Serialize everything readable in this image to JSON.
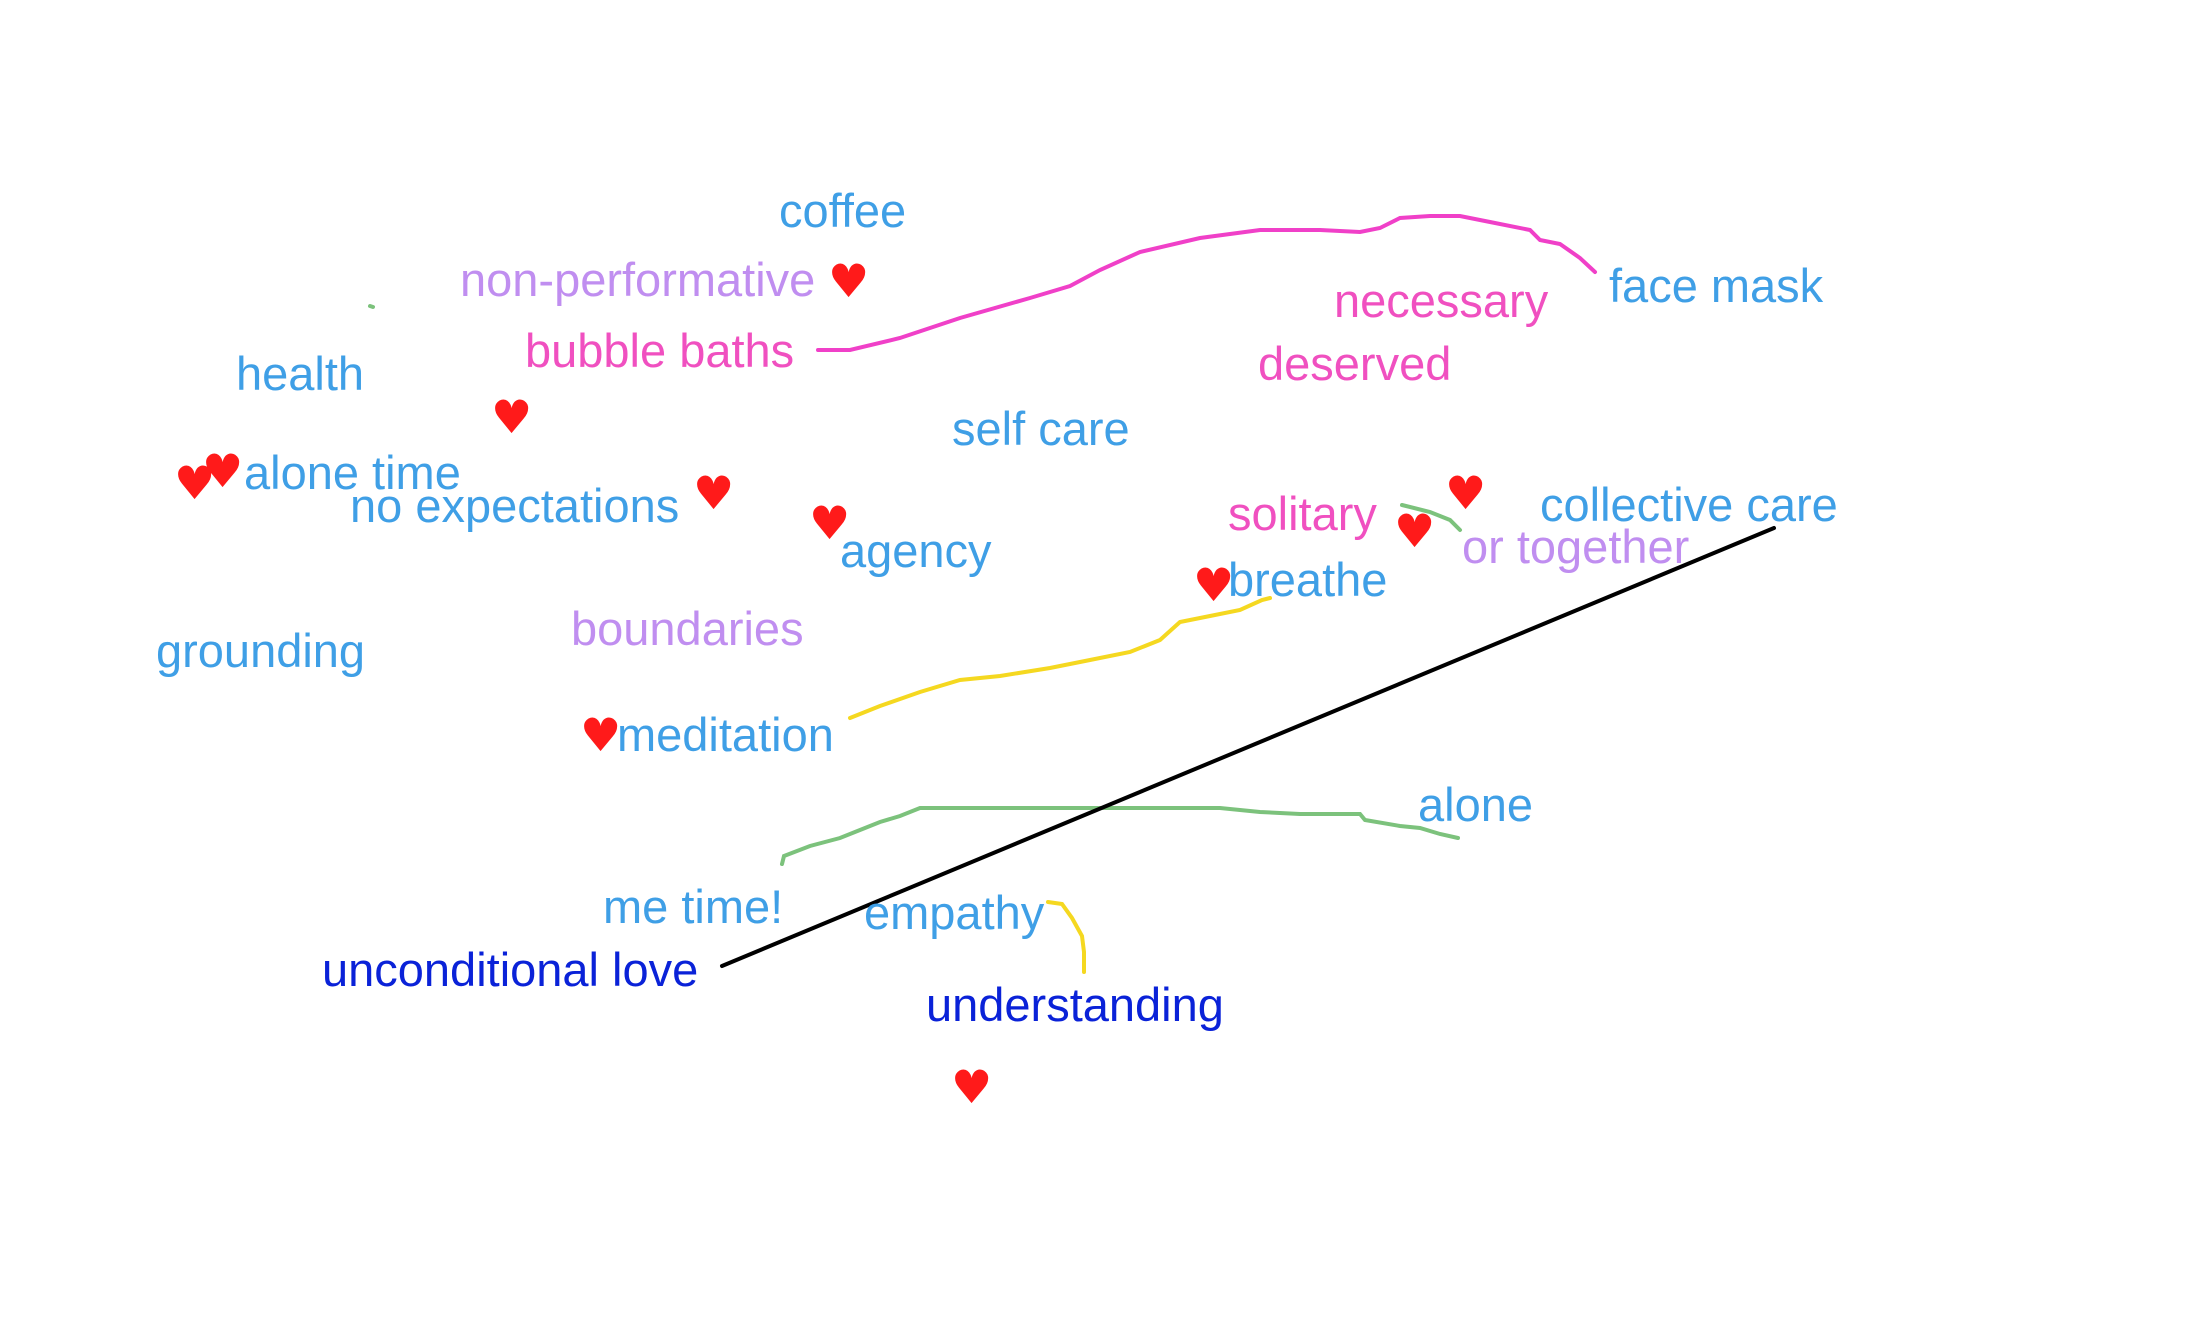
{
  "board": {
    "words": {
      "coffee": "coffee",
      "non_performative": "non-performative",
      "bubble_baths": "bubble baths",
      "necessary": "necessary",
      "face_mask": "face mask",
      "health": "health",
      "deserved": "deserved",
      "self_care": "self care",
      "alone_time": "alone time",
      "no_expectations": "no expectations",
      "solitary": "solitary",
      "collective_care": "collective care",
      "agency": "agency",
      "or_together": "or together",
      "breathe": "breathe",
      "boundaries": "boundaries",
      "grounding": "grounding",
      "meditation": "meditation",
      "alone": "alone",
      "me_time": "me time!",
      "empathy": "empathy",
      "unconditional_love": "unconditional love",
      "understanding": "understanding"
    },
    "colors": {
      "blue": "#3f9fe6",
      "navy": "#0a22d8",
      "pink": "#f050c0",
      "lavender": "#c08ef0",
      "heart_red": "#ff1a1a",
      "stroke_magenta": "#f040c8",
      "stroke_yellow": "#f5d820",
      "stroke_green": "#7cc27c",
      "stroke_black": "#000000"
    },
    "icons": {
      "heart": "heart-icon"
    }
  }
}
